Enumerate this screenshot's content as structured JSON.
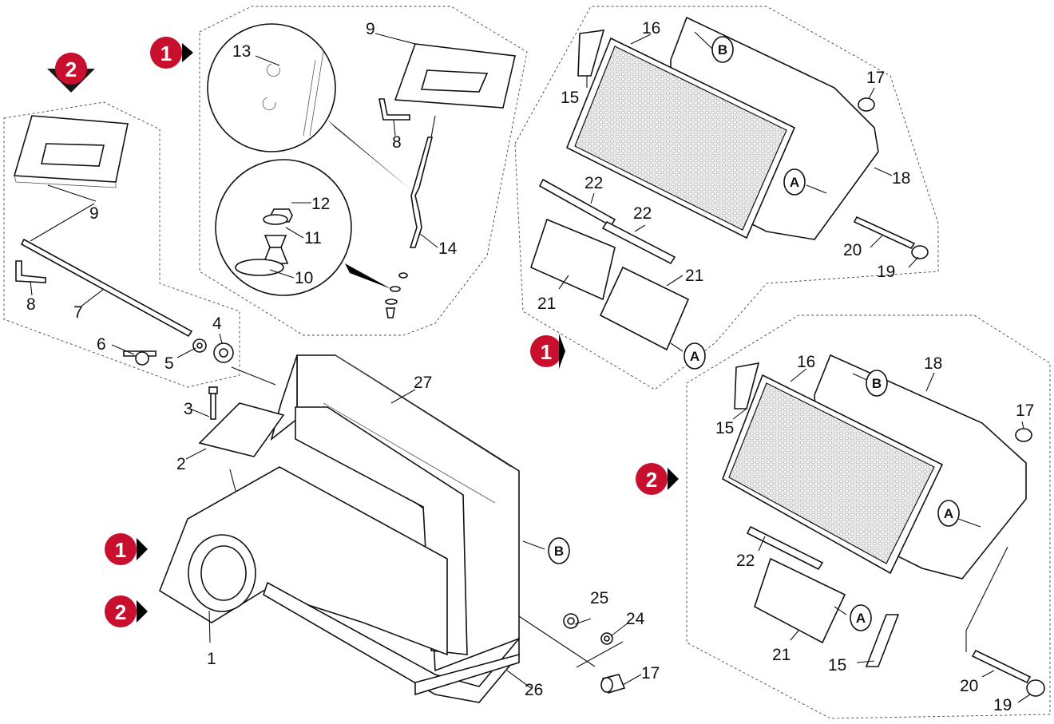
{
  "diagram": {
    "accent_color": "#c8102e",
    "part_labels": [
      {
        "id": "p1",
        "text": "1"
      },
      {
        "id": "p2",
        "text": "2"
      },
      {
        "id": "p3",
        "text": "3"
      },
      {
        "id": "p4",
        "text": "4"
      },
      {
        "id": "p5",
        "text": "5"
      },
      {
        "id": "p6",
        "text": "6"
      },
      {
        "id": "p7",
        "text": "7"
      },
      {
        "id": "p8a",
        "text": "8"
      },
      {
        "id": "p8b",
        "text": "8"
      },
      {
        "id": "p9a",
        "text": "9"
      },
      {
        "id": "p9b",
        "text": "9"
      },
      {
        "id": "p10",
        "text": "10"
      },
      {
        "id": "p11",
        "text": "11"
      },
      {
        "id": "p12",
        "text": "12"
      },
      {
        "id": "p13",
        "text": "13"
      },
      {
        "id": "p14",
        "text": "14"
      },
      {
        "id": "p15a",
        "text": "15"
      },
      {
        "id": "p15b",
        "text": "15"
      },
      {
        "id": "p15c",
        "text": "15"
      },
      {
        "id": "p16a",
        "text": "16"
      },
      {
        "id": "p16b",
        "text": "16"
      },
      {
        "id": "p17a",
        "text": "17"
      },
      {
        "id": "p17b",
        "text": "17"
      },
      {
        "id": "p17c",
        "text": "17"
      },
      {
        "id": "p18a",
        "text": "18"
      },
      {
        "id": "p18b",
        "text": "18"
      },
      {
        "id": "p19a",
        "text": "19"
      },
      {
        "id": "p19b",
        "text": "19"
      },
      {
        "id": "p20a",
        "text": "20"
      },
      {
        "id": "p20b",
        "text": "20"
      },
      {
        "id": "p21a",
        "text": "21"
      },
      {
        "id": "p21b",
        "text": "21"
      },
      {
        "id": "p21c",
        "text": "21"
      },
      {
        "id": "p22a",
        "text": "22"
      },
      {
        "id": "p22b",
        "text": "22"
      },
      {
        "id": "p22c",
        "text": "22"
      },
      {
        "id": "p24",
        "text": "24"
      },
      {
        "id": "p25",
        "text": "25"
      },
      {
        "id": "p26",
        "text": "26"
      },
      {
        "id": "p27",
        "text": "27"
      }
    ],
    "variant_badges": [
      {
        "id": "v1a",
        "text": "1"
      },
      {
        "id": "v1b",
        "text": "1"
      },
      {
        "id": "v1c",
        "text": "1"
      },
      {
        "id": "v2a",
        "text": "2"
      },
      {
        "id": "v2b",
        "text": "2"
      },
      {
        "id": "v2c",
        "text": "2"
      }
    ],
    "reference_marks": [
      {
        "id": "ra1",
        "text": "A"
      },
      {
        "id": "ra2",
        "text": "A"
      },
      {
        "id": "ra3",
        "text": "A"
      },
      {
        "id": "ra4",
        "text": "A"
      },
      {
        "id": "rb1",
        "text": "B"
      },
      {
        "id": "rb2",
        "text": "B"
      },
      {
        "id": "rb3",
        "text": "B"
      }
    ]
  }
}
